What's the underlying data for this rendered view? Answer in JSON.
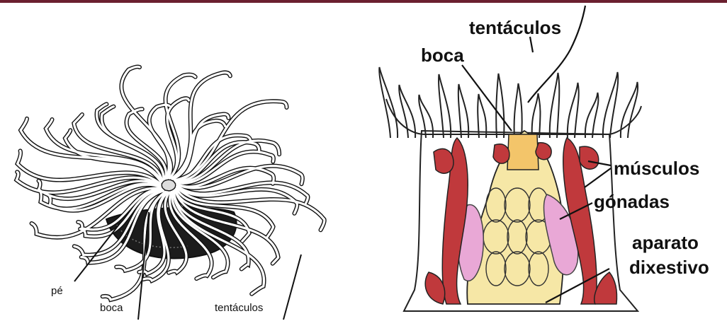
{
  "left_figure": {
    "labels": {
      "foot": "pé",
      "mouth": "boca",
      "tentacles": "tentáculos"
    }
  },
  "right_figure": {
    "labels": {
      "tentacles": "tentáculos",
      "mouth": "boca",
      "muscles": "músculos",
      "gonads": "gónadas",
      "digestive_line1": "aparato",
      "digestive_line2": "dixestivo"
    }
  },
  "colors": {
    "frame_bar": "#6b1f2f",
    "muscle_red": "#c0393c",
    "gonad_pink": "#e9a8d6",
    "gut_yellow": "#f6e7a6",
    "mouth_orange": "#f3c56a",
    "outline": "#222222"
  }
}
